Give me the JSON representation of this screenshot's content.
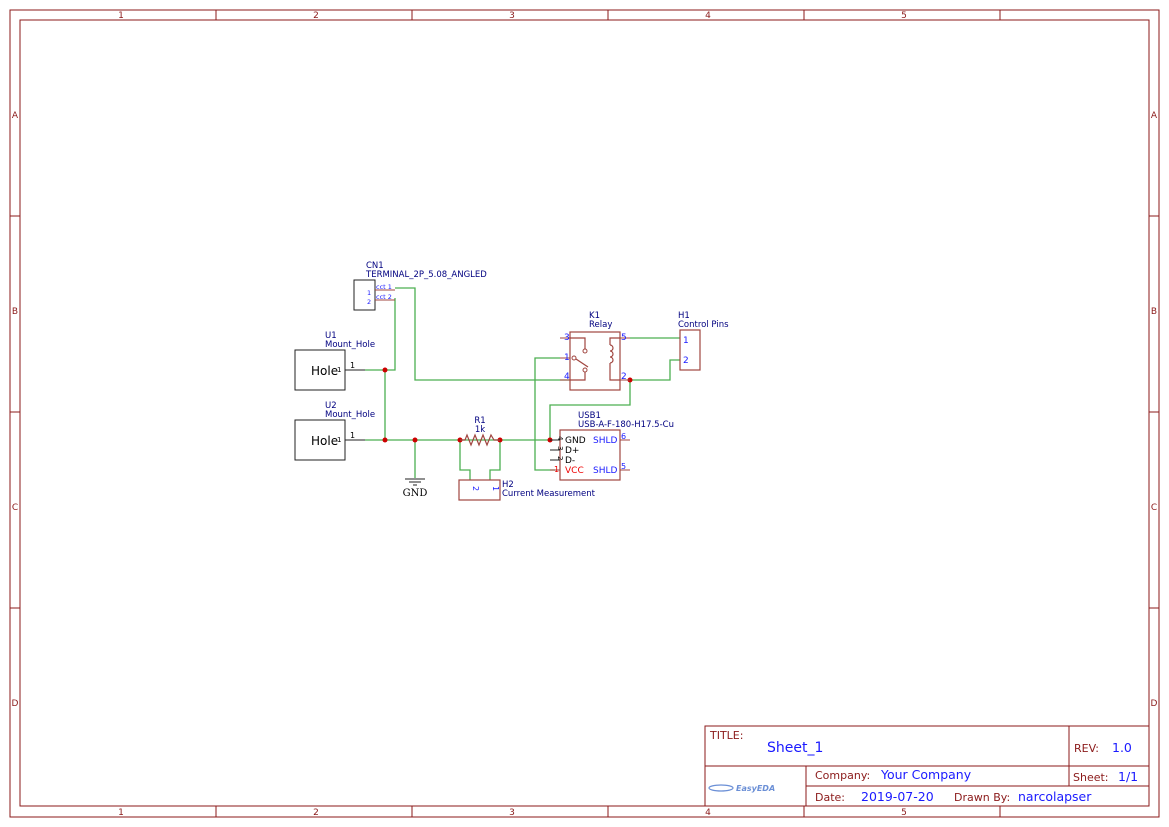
{
  "frame": {
    "columns": [
      "1",
      "2",
      "3",
      "4",
      "5"
    ],
    "rows": [
      "A",
      "B",
      "C",
      "D"
    ]
  },
  "title_block": {
    "title_label": "TITLE:",
    "title": "Sheet_1",
    "rev_label": "REV:",
    "rev": "1.0",
    "company_label": "Company:",
    "company": "Your Company",
    "sheet_label": "Sheet:",
    "sheet": "1/1",
    "date_label": "Date:",
    "date": "2019-07-20",
    "drawn_by_label": "Drawn By:",
    "drawn_by": "narcolapser",
    "logo": "EasyEDA"
  },
  "components": {
    "cn1": {
      "ref": "CN1",
      "value": "TERMINAL_2P_5.08_ANGLED",
      "pins": [
        "1",
        "2"
      ],
      "pin_names": [
        "cct 1",
        "cct 2"
      ]
    },
    "u1": {
      "ref": "U1",
      "value": "Mount_Hole",
      "body": "Hole",
      "pin": "1",
      "pin_suffix": "1"
    },
    "u2": {
      "ref": "U2",
      "value": "Mount_Hole",
      "body": "Hole",
      "pin": "1",
      "pin_suffix": "1"
    },
    "r1": {
      "ref": "R1",
      "value": "1k"
    },
    "gnd": {
      "label": "GND"
    },
    "h2": {
      "ref": "H2",
      "value": "Current Measurement",
      "pins": [
        "2",
        "1"
      ]
    },
    "k1": {
      "ref": "K1",
      "value": "Relay",
      "pins": [
        "3",
        "1",
        "4",
        "5",
        "2"
      ]
    },
    "h1": {
      "ref": "H1",
      "value": "Control Pins",
      "pins": [
        "1",
        "2"
      ]
    },
    "usb1": {
      "ref": "USB1",
      "value": "USB-A-F-180-H17.5-Cu",
      "left_pins": [
        "4",
        "3",
        "2",
        "1"
      ],
      "left_names": [
        "GND",
        "D+",
        "D-",
        "VCC"
      ],
      "right_pins": [
        "6",
        "5"
      ],
      "right_names": [
        "SHLD",
        "SHLD"
      ]
    }
  }
}
